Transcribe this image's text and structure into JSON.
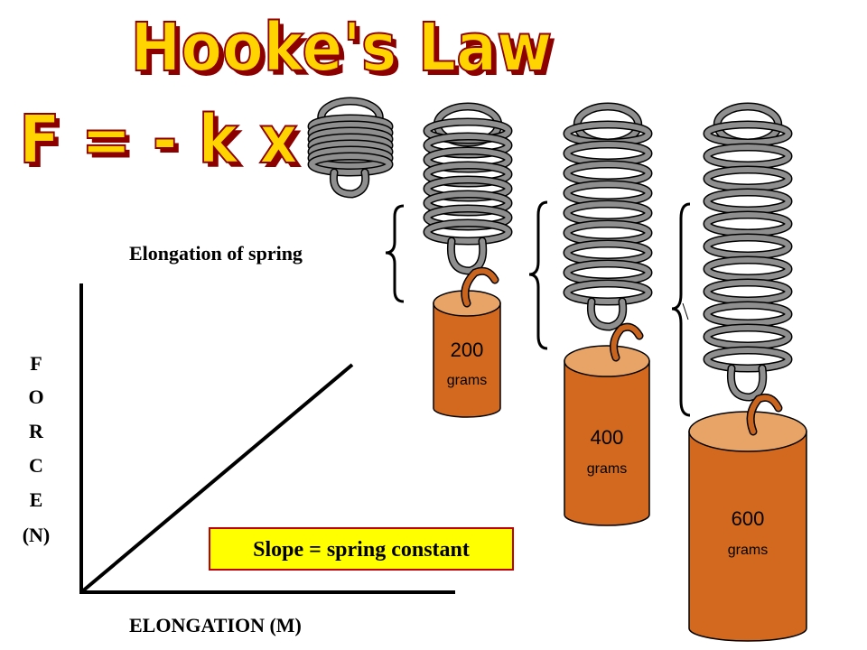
{
  "title": {
    "line1": "Hooke's Law",
    "line2": "F = - k x"
  },
  "elongation_label": "Elongation of spring",
  "y_axis_letters": [
    "F",
    "O",
    "R",
    "C",
    "E",
    "(N)"
  ],
  "x_axis_label": "ELONGATION (M)",
  "slope_label": "Slope = spring constant",
  "masses": [
    {
      "value": "200",
      "unit": "grams"
    },
    {
      "value": "400",
      "unit": "grams"
    },
    {
      "value": "600",
      "unit": "grams"
    }
  ],
  "colors": {
    "title_fill": "#ffd400",
    "title_shadow": "#8c0000",
    "mass_fill": "#d2691e",
    "mass_top": "#e8a466",
    "slope_box": "#ffff00",
    "slope_border": "#c00000",
    "spring": "#8f8f8f",
    "hook": "#c8641e"
  }
}
